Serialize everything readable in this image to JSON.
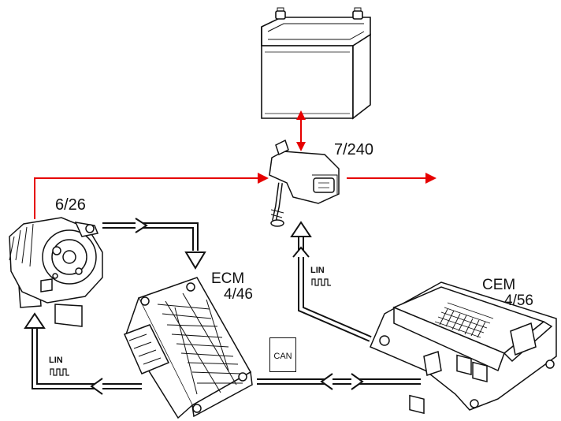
{
  "labels": {
    "sensor": "7/240",
    "alternator": "6/26",
    "ecm_name": "ECM",
    "ecm_code": "4/46",
    "cem_name": "CEM",
    "cem_code": "4/56"
  },
  "bus_badges": {
    "lin_a": "LIN",
    "lin_b": "LIN",
    "can": "CAN"
  },
  "colors": {
    "power_line": "#e60000",
    "signal_line": "#111111"
  }
}
